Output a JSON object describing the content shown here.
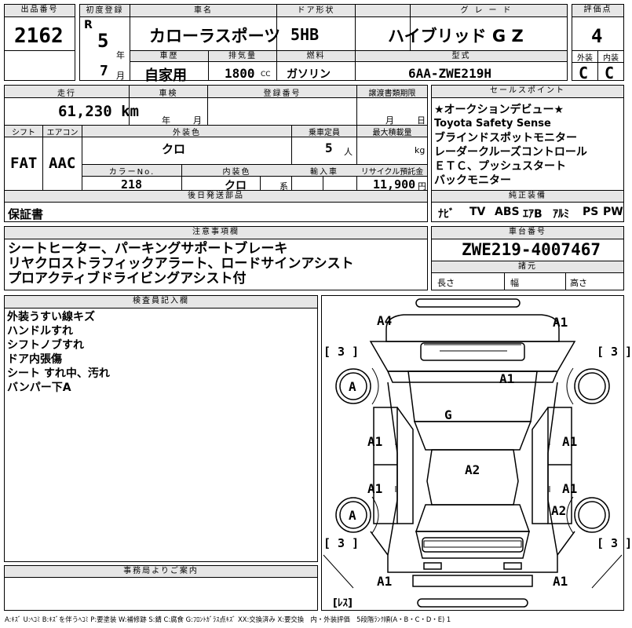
{
  "header": {
    "lot_label": "出品番号",
    "lot_no": "2162",
    "reg_label": "初度登録",
    "era": "R",
    "reg_year": "5",
    "year_unit": "年",
    "reg_month": "7",
    "month_unit": "月",
    "model_label": "車名",
    "model": "カローラスポーツ",
    "door_label": "ドア形状",
    "door": "5HB",
    "grade_label": "グレード",
    "grade": "ハイブリッド G Z",
    "score_label": "評価点",
    "score": "4",
    "history_label": "車歴",
    "history": "自家用",
    "displacement_label": "排気量",
    "displacement": "1800",
    "cc_unit": "CC",
    "fuel_label": "燃料",
    "fuel": "ガソリン",
    "type_label": "型式",
    "type": "6AA-ZWE219H",
    "ext_grade_label": "外装",
    "ext_grade": "C",
    "int_grade_label": "内装",
    "int_grade": "C"
  },
  "mid": {
    "mileage_label": "走行",
    "mileage": "61,230 km",
    "inspection_label": "車検",
    "insp_year_unit": "年",
    "insp_month_unit": "月",
    "regno_label": "登録番号",
    "transfer_label": "譲渡書類期限",
    "transfer_month_unit": "月",
    "transfer_day_unit": "日",
    "shift_label": "シフト",
    "shift": "FAT",
    "ac_label": "エアコン",
    "ac": "AAC",
    "color_label": "外装色",
    "color": "クロ",
    "capacity_label": "乗車定員",
    "capacity": "5",
    "capacity_unit": "人",
    "maxload_label": "最大積載量",
    "maxload_unit": "kg",
    "colorno_label": "カラーNo.",
    "colorno": "218",
    "interior_label": "内装色",
    "interior": "クロ",
    "interior_unit": "系",
    "import_label": "輸入車",
    "recycle_label": "リサイクル預託金",
    "recycle": "11,900",
    "recycle_unit": "円",
    "shipping_label": "後日発送部品",
    "shipping": "保証書",
    "sales_label": "セールスポイント",
    "sales_points": [
      "★オークションデビュー★",
      "Toyota Safety Sense",
      "ブラインドスポットモニター",
      "レーダークルーズコントロール",
      "ＥＴＣ、プッシュスタート",
      "バックモニター"
    ],
    "equip_label": "純正装備",
    "equipment": [
      "ﾅﾋﾞ",
      "TV",
      "ABS",
      "ｴｱB",
      "ｱﾙﾐ",
      "PS",
      "PW"
    ]
  },
  "caution": {
    "label": "注意事項欄",
    "lines": [
      "シートヒーター、パーキングサポートブレーキ",
      "リヤクロストラフィックアラート、ロードサインアシスト",
      "プロアクティブドライビングアシスト付"
    ]
  },
  "chassis": {
    "label": "車台番号",
    "value": "ZWE219-4007467",
    "dims_label": "諸元",
    "length_label": "長さ",
    "width_label": "幅",
    "height_label": "高さ"
  },
  "inspector": {
    "label": "検査員記入欄",
    "lines": [
      "外装うすい線キズ",
      "ハンドルすれ",
      "シフトノブすれ",
      "ドア内張傷",
      "シート すれ中、汚れ",
      "バンパー下A"
    ]
  },
  "office": {
    "label": "事務局よりご案内"
  },
  "legend": "A:ｷｽﾞ U:ﾍｺﾐ B:ｷｽﾞを伴うﾍｺﾐ P:要塗装 W:補修跡 S:錆 C:腐食 G:ﾌﾛﾝﾄｶﾞﾗｽ点ｷｽﾞ XX:交換済み X:要交換　内・外装評価　5段階ﾗﾝｸ順(A・B・C・D・E) 1",
  "diagram": {
    "a4": "A4",
    "a1_tr": "A1",
    "tire_l": "[ 3 ]",
    "tire_r": "[ 3 ]",
    "wheel_fl": "A",
    "a1_hood": "A1",
    "g_glass": "G",
    "a1_ld1": "A1",
    "a1_rd1": "A1",
    "a2_roof": "A2",
    "a1_ld2": "A1",
    "a1_rd2": "A1",
    "a2_rr": "A2",
    "wheel_rl": "A",
    "tire_bl": "[ 3 ]",
    "tire_br": "[ 3 ]",
    "a1_bl": "A1",
    "a1_br": "A1",
    "spare": "[ﾚｽ]"
  }
}
